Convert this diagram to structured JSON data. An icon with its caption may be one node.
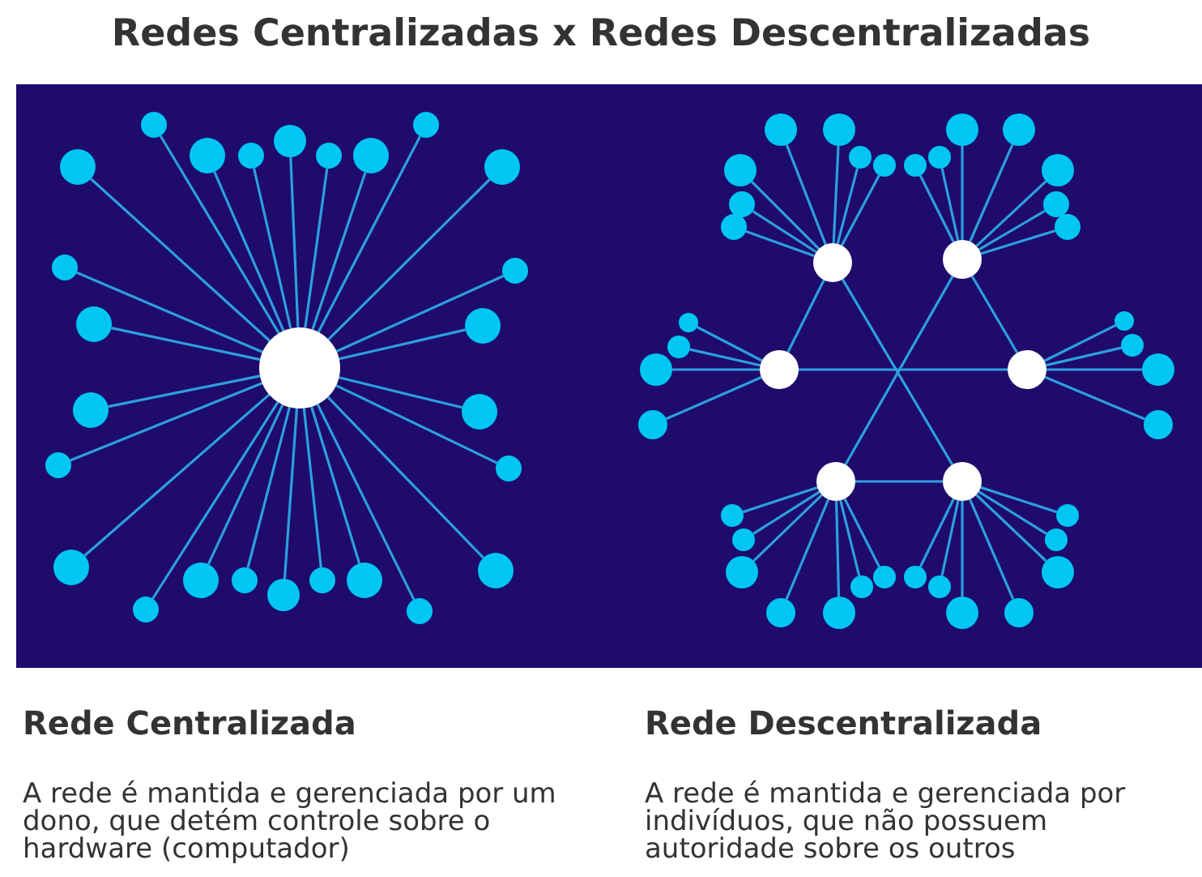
{
  "diagram": {
    "title": "Redes Centralizadas x Redes Descentralizadas",
    "nodes": [
      {
        "text": [],
        "shape": "circle"
      },
      {
        "text": [],
        "shape": "circle"
      },
      {
        "text": [],
        "shape": "circle"
      },
      {
        "text": [],
        "shape": "circle"
      },
      {
        "text": [],
        "shape": "circle"
      },
      {
        "text": [],
        "shape": "circle"
      },
      {
        "text": [],
        "shape": "circle"
      },
      {
        "text": [],
        "shape": "circle"
      },
      {
        "text": [],
        "shape": "circle"
      },
      {
        "text": [],
        "shape": "circle"
      },
      {
        "text": [],
        "shape": "circle"
      },
      {
        "text": [],
        "shape": "circle"
      },
      {
        "text": [],
        "shape": "circle"
      },
      {
        "text": [],
        "shape": "circle"
      },
      {
        "text": [],
        "shape": "circle"
      },
      {
        "text": [],
        "shape": "circle"
      },
      {
        "text": [],
        "shape": "circle"
      },
      {
        "text": [],
        "shape": "circle"
      },
      {
        "text": [],
        "shape": "circle"
      },
      {
        "text": [],
        "shape": "circle"
      },
      {
        "text": [],
        "shape": "circle"
      },
      {
        "text": [],
        "shape": "circle"
      },
      {
        "text": [],
        "shape": "circle"
      },
      {
        "text": [],
        "shape": "circle"
      },
      {
        "text": [],
        "shape": "circle"
      },
      {
        "text": [],
        "shape": "circle"
      },
      {
        "text": [],
        "shape": "circle"
      },
      {
        "text": [],
        "shape": "circle"
      },
      {
        "text": [],
        "shape": "circle"
      },
      {
        "text": [],
        "shape": "circle"
      },
      {
        "text": [],
        "shape": "circle"
      },
      {
        "text": [],
        "shape": "circle"
      },
      {
        "text": [],
        "shape": "circle"
      },
      {
        "text": [],
        "shape": "circle"
      },
      {
        "text": [],
        "shape": "circle"
      },
      {
        "text": [],
        "shape": "circle"
      },
      {
        "text": [],
        "shape": "circle"
      },
      {
        "text": [],
        "shape": "circle"
      },
      {
        "text": [],
        "shape": "circle"
      },
      {
        "text": [],
        "shape": "circle"
      },
      {
        "text": [],
        "shape": "circle"
      },
      {
        "text": [],
        "shape": "circle"
      },
      {
        "text": [],
        "shape": "circle"
      },
      {
        "text": [],
        "shape": "circle"
      },
      {
        "text": [],
        "shape": "circle"
      },
      {
        "text": [],
        "shape": "circle"
      },
      {
        "text": [],
        "shape": "circle"
      },
      {
        "text": [],
        "shape": "circle"
      },
      {
        "text": [],
        "shape": "circle"
      },
      {
        "text": [],
        "shape": "circle"
      },
      {
        "text": [],
        "shape": "circle"
      },
      {
        "text": [],
        "shape": "circle"
      },
      {
        "text": [],
        "shape": "circle"
      },
      {
        "text": [],
        "shape": "circle"
      },
      {
        "text": [],
        "shape": "circle"
      },
      {
        "text": [],
        "shape": "circle"
      },
      {
        "text": [],
        "shape": "circle"
      },
      {
        "text": [],
        "shape": "circle"
      },
      {
        "text": [],
        "shape": "circle"
      },
      {
        "text": [],
        "shape": "circle"
      },
      {
        "text": [],
        "shape": "circle"
      },
      {
        "text": [],
        "shape": "circle"
      },
      {
        "text": [],
        "shape": "circle"
      },
      {
        "text": [],
        "shape": "circle"
      },
      {
        "text": [],
        "shape": "circle"
      },
      {
        "text": [],
        "shape": "circle"
      },
      {
        "text": [],
        "shape": "circle"
      },
      {
        "text": [],
        "shape": "circle"
      },
      {
        "text": [],
        "shape": "circle"
      }
    ],
    "edges": [
      {
        "from": 0,
        "to": 1,
        "arrow": "none"
      },
      {
        "from": 0,
        "to": 2,
        "arrow": "none"
      },
      {
        "from": 0,
        "to": 3,
        "arrow": "none"
      },
      {
        "from": 0,
        "to": 4,
        "arrow": "none"
      },
      {
        "from": 0,
        "to": 5,
        "arrow": "none"
      },
      {
        "from": 0,
        "to": 6,
        "arrow": "none"
      },
      {
        "from": 0,
        "to": 7,
        "arrow": "none"
      },
      {
        "from": 0,
        "to": 8,
        "arrow": "none"
      },
      {
        "from": 0,
        "to": 9,
        "arrow": "none"
      },
      {
        "from": 0,
        "to": 10,
        "arrow": "none"
      },
      {
        "from": 0,
        "to": 11,
        "arrow": "none"
      },
      {
        "from": 0,
        "to": 12,
        "arrow": "none"
      },
      {
        "from": 0,
        "to": 13,
        "arrow": "none"
      },
      {
        "from": 0,
        "to": 14,
        "arrow": "none"
      },
      {
        "from": 0,
        "to": 15,
        "arrow": "none"
      },
      {
        "from": 0,
        "to": 16,
        "arrow": "none"
      },
      {
        "from": 0,
        "to": 17,
        "arrow": "none"
      },
      {
        "from": 0,
        "to": 18,
        "arrow": "none"
      },
      {
        "from": 0,
        "to": 19,
        "arrow": "none"
      },
      {
        "from": 0,
        "to": 20,
        "arrow": "none"
      },
      {
        "from": 0,
        "to": 21,
        "arrow": "none"
      },
      {
        "from": 0,
        "to": 22,
        "arrow": "none"
      },
      {
        "from": 0,
        "to": 23,
        "arrow": "none"
      },
      {
        "from": 0,
        "to": 24,
        "arrow": "none"
      },
      {
        "from": 0,
        "to": 25,
        "arrow": "none"
      },
      {
        "from": 0,
        "to": 26,
        "arrow": "none"
      },
      {
        "from": 27,
        "to": 32,
        "arrow": "none"
      },
      {
        "from": 28,
        "to": 31,
        "arrow": "none"
      },
      {
        "from": 29,
        "to": 30,
        "arrow": "none"
      },
      {
        "from": 27,
        "to": 29,
        "arrow": "none"
      },
      {
        "from": 28,
        "to": 30,
        "arrow": "none"
      },
      {
        "from": 31,
        "to": 32,
        "arrow": "none"
      },
      {
        "from": 27,
        "to": 33,
        "arrow": "none"
      },
      {
        "from": 27,
        "to": 34,
        "arrow": "none"
      },
      {
        "from": 27,
        "to": 35,
        "arrow": "none"
      },
      {
        "from": 27,
        "to": 36,
        "arrow": "none"
      },
      {
        "from": 27,
        "to": 37,
        "arrow": "none"
      },
      {
        "from": 27,
        "to": 38,
        "arrow": "none"
      },
      {
        "from": 27,
        "to": 39,
        "arrow": "none"
      },
      {
        "from": 28,
        "to": 40,
        "arrow": "none"
      },
      {
        "from": 28,
        "to": 41,
        "arrow": "none"
      },
      {
        "from": 28,
        "to": 42,
        "arrow": "none"
      },
      {
        "from": 28,
        "to": 43,
        "arrow": "none"
      },
      {
        "from": 28,
        "to": 44,
        "arrow": "none"
      },
      {
        "from": 28,
        "to": 45,
        "arrow": "none"
      },
      {
        "from": 28,
        "to": 46,
        "arrow": "none"
      },
      {
        "from": 29,
        "to": 47,
        "arrow": "none"
      },
      {
        "from": 29,
        "to": 48,
        "arrow": "none"
      },
      {
        "from": 29,
        "to": 49,
        "arrow": "none"
      },
      {
        "from": 29,
        "to": 50,
        "arrow": "none"
      },
      {
        "from": 30,
        "to": 51,
        "arrow": "none"
      },
      {
        "from": 30,
        "to": 52,
        "arrow": "none"
      },
      {
        "from": 30,
        "to": 53,
        "arrow": "none"
      },
      {
        "from": 30,
        "to": 54,
        "arrow": "none"
      },
      {
        "from": 31,
        "to": 55,
        "arrow": "none"
      },
      {
        "from": 31,
        "to": 56,
        "arrow": "none"
      },
      {
        "from": 31,
        "to": 57,
        "arrow": "none"
      },
      {
        "from": 31,
        "to": 58,
        "arrow": "none"
      },
      {
        "from": 31,
        "to": 59,
        "arrow": "none"
      },
      {
        "from": 31,
        "to": 60,
        "arrow": "none"
      },
      {
        "from": 31,
        "to": 61,
        "arrow": "none"
      },
      {
        "from": 32,
        "to": 62,
        "arrow": "none"
      },
      {
        "from": 32,
        "to": 63,
        "arrow": "none"
      },
      {
        "from": 32,
        "to": 64,
        "arrow": "none"
      },
      {
        "from": 32,
        "to": 65,
        "arrow": "none"
      },
      {
        "from": 32,
        "to": 66,
        "arrow": "none"
      },
      {
        "from": 32,
        "to": 67,
        "arrow": "none"
      },
      {
        "from": 32,
        "to": 68,
        "arrow": "none"
      }
    ],
    "labels": [
      "Rede Centralizada",
      "A rede é mantida e gerenciada por um dono, que detém controle sobre o hardware (computador)",
      "Rede Descentralizada",
      "A rede é mantida e gerenciada por indivíduos, que não possuem autoridade sobre os outros"
    ]
  }
}
